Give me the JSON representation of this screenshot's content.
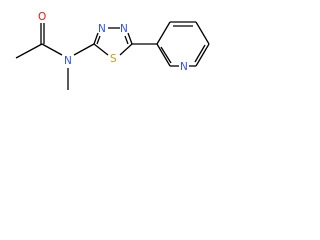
{
  "colors": {
    "carbon_bond": "#000000",
    "oxygen": "#ff0d0d",
    "nitrogen": "#3050f8",
    "sulfur": "#c6a01a"
  },
  "atoms": {
    "carbonyl_oxygen": "O",
    "amide_nitrogen": "N",
    "ring_nitrogen_1": "N",
    "ring_nitrogen_2": "N",
    "ring_sulfur": "S",
    "pyridine_nitrogen": "N"
  }
}
